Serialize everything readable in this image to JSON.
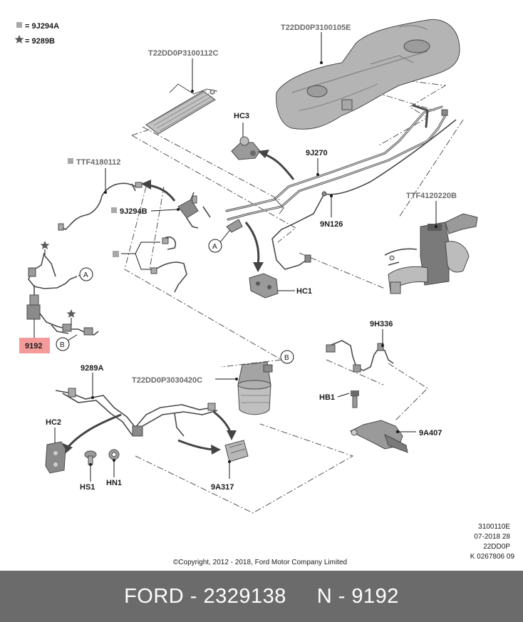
{
  "legend": {
    "square_code": "= 9J294A",
    "star_code": "= 9289B"
  },
  "labels": {
    "tank": "T22DD0P3100105E",
    "cooler": "T22DD0P3100112C",
    "hc3": "HC3",
    "ttf4180112": "TTF4180112",
    "9j294b": "9J294B",
    "9j270": "9J270",
    "9n126": "9N126",
    "ttf4120220b": "TTF4120220B",
    "hc1": "HC1",
    "9192": "9192",
    "9h336": "9H336",
    "9289a": "9289A",
    "filter": "T22DD0P3030420C",
    "hb1": "HB1",
    "hc2": "HC2",
    "9a407": "9A407",
    "hs1": "HS1",
    "hn1": "HN1",
    "9a317": "9A317"
  },
  "callouts": {
    "a": "A",
    "b": "B"
  },
  "highlight_color": "#f59a9a",
  "reference": {
    "line1": "3100110E",
    "line2": "07-2018 28",
    "line3": "22DD0P",
    "line4": "K 0267806 09"
  },
  "copyright": "©Copyright, 2012 - 2018, Ford Motor Company Limited",
  "footer": "FORD - 2329138     N - 9192"
}
